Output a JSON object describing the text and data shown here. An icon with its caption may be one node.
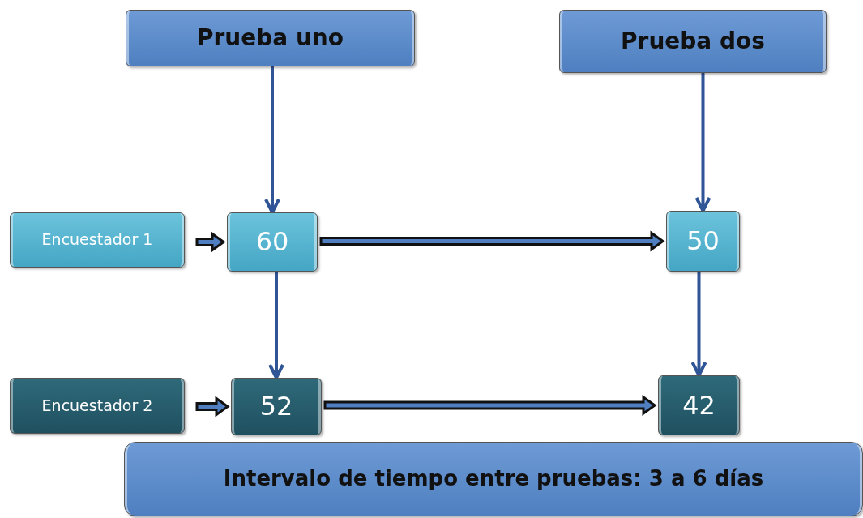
{
  "diagram": {
    "nodes": [
      {
        "text": [
          "Prueba uno"
        ]
      },
      {
        "text": [
          "Prueba dos"
        ]
      },
      {
        "text": [
          "Encuestador 1"
        ]
      },
      {
        "text": [
          "60"
        ]
      },
      {
        "text": [
          "50"
        ]
      },
      {
        "text": [
          "Encuestador  2"
        ]
      },
      {
        "text": [
          "52"
        ]
      },
      {
        "text": [
          "42"
        ]
      },
      {
        "text": [
          "Intervalo de tiempo entre pruebas: 3 a 6 días"
        ]
      }
    ],
    "edges": [
      {
        "from": 0,
        "to": 3,
        "arrow": "to"
      },
      {
        "from": 1,
        "to": 4,
        "arrow": "to"
      },
      {
        "from": 2,
        "to": 3,
        "arrow": "to",
        "style": "thick"
      },
      {
        "from": 3,
        "to": 4,
        "arrow": "to",
        "style": "thick"
      },
      {
        "from": 3,
        "to": 6,
        "arrow": "to"
      },
      {
        "from": 4,
        "to": 7,
        "arrow": "to"
      },
      {
        "from": 5,
        "to": 6,
        "arrow": "to",
        "style": "thick"
      },
      {
        "from": 6,
        "to": 7,
        "arrow": "to",
        "style": "thick"
      }
    ]
  }
}
